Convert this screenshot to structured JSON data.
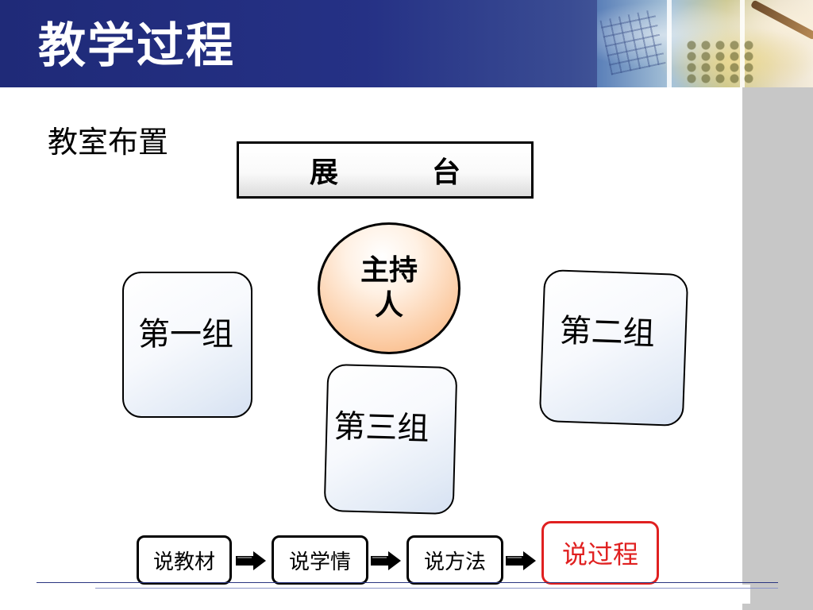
{
  "header": {
    "title": "教学过程"
  },
  "content": {
    "setup_label": "教室布置",
    "stage": {
      "char1": "展",
      "char2": "台"
    },
    "host": {
      "label": "主持人"
    },
    "groups": [
      {
        "label": "第一组"
      },
      {
        "label": "第二组"
      },
      {
        "label": "第三组"
      }
    ]
  },
  "flow": {
    "steps": [
      {
        "label": "说教材"
      },
      {
        "label": "说学情"
      },
      {
        "label": "说方法"
      },
      {
        "label": "说过程"
      }
    ],
    "active_color": "#e02020"
  },
  "colors": {
    "header_blue": "#1f2a78",
    "right_band": "#c7c7c7",
    "host_orange": "#f7ad78"
  }
}
